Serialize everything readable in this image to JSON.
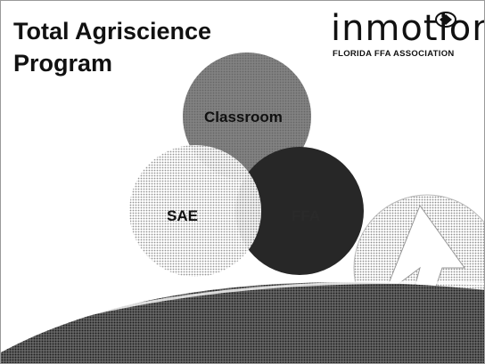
{
  "slide": {
    "title_line1": "Total Agriscience",
    "title_line2": "Program"
  },
  "logo": {
    "wordmark": "inmoti",
    "wordmark_end": "n",
    "subtitle": "FLORIDA FFA ASSOCIATION",
    "emblem_icon": "ffa-emblem-icon"
  },
  "diagram": {
    "circles": [
      {
        "label": "Classroom",
        "color": "#555555"
      },
      {
        "label": "SAE",
        "color": "#c8c8c8"
      },
      {
        "label": "FFA",
        "color": "#2a2a2a"
      }
    ]
  },
  "decoration": {
    "arrow_icon": "up-arrow-icon"
  }
}
